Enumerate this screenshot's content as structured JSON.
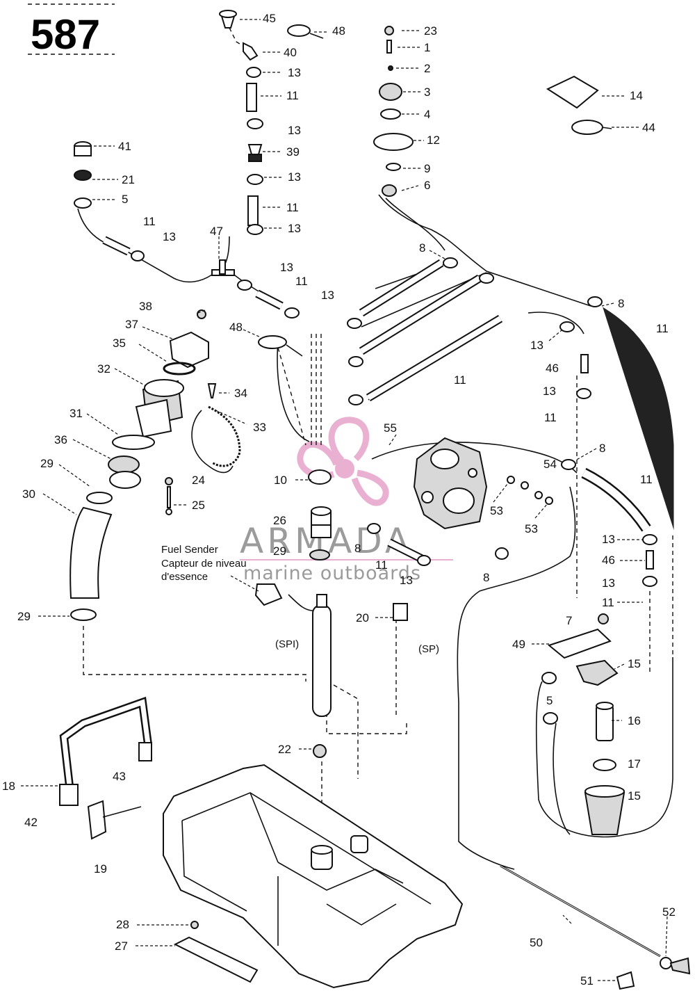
{
  "figure": {
    "number": "587",
    "notes": {
      "fuel_sender_en": "Fuel Sender",
      "fuel_sender_fr1": "Capteur de niveau",
      "fuel_sender_fr2": "d'essence",
      "spi": "(SPI)",
      "sp": "(SP)"
    }
  },
  "watermark": {
    "brand": "ARMADA",
    "tagline": "marine outboards"
  },
  "parts": {
    "p45": "45",
    "p48a": "48",
    "p23": "23",
    "p1": "1",
    "p40": "40",
    "p2": "2",
    "p13a": "13",
    "p3": "3",
    "p11a": "11",
    "p14": "14",
    "p4": "4",
    "p13b": "13",
    "p44": "44",
    "p41": "41",
    "p39": "39",
    "p12": "12",
    "p21": "21",
    "p13c": "13",
    "p9": "9",
    "p5a": "5",
    "p6": "6",
    "p11b": "11",
    "p11c": "11",
    "p13d": "13",
    "p13e": "13",
    "p47": "47",
    "p8a": "8",
    "p13f": "13",
    "p11d": "11",
    "p8b": "8",
    "p13g": "13",
    "p38": "38",
    "p37": "37",
    "p48b": "48",
    "p11e": "11",
    "p35": "35",
    "p13h": "13",
    "p46a": "46",
    "p32": "32",
    "p34": "34",
    "p11f": "11",
    "p13i": "13",
    "p33": "33",
    "p11g": "11",
    "p31": "31",
    "p55": "55",
    "p36": "36",
    "p8c": "8",
    "p54": "54",
    "p29a": "29",
    "p24": "24",
    "p10": "10",
    "p11h": "11",
    "p30": "30",
    "p25": "25",
    "p53a": "53",
    "p53b": "53",
    "p26": "26",
    "p13j": "13",
    "p29b": "29",
    "p8d": "8",
    "p46b": "46",
    "p11i": "11",
    "p8e": "8",
    "p13k": "13",
    "p13l": "13",
    "p11j": "11",
    "p29c": "29",
    "p20": "20",
    "p7": "7",
    "p49": "49",
    "p15a": "15",
    "p5b": "5",
    "p16": "16",
    "p22": "22",
    "p17": "17",
    "p18": "18",
    "p43": "43",
    "p15b": "15",
    "p42": "42",
    "p19": "19",
    "p52": "52",
    "p28": "28",
    "p27": "27",
    "p50": "50",
    "p51": "51"
  }
}
